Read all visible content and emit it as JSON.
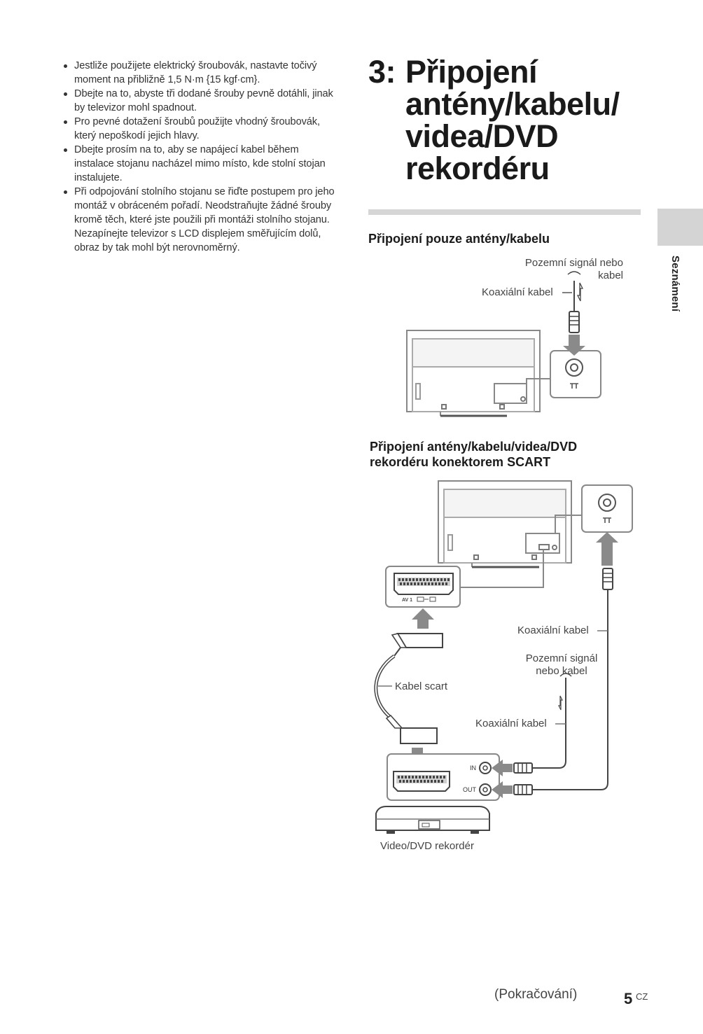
{
  "bullets": [
    "Jestliže použijete elektrický šroubovák, nastavte točivý moment na přibližně 1,5 N·m {15 kgf·cm}.",
    "Dbejte na to, abyste tři dodané šrouby pevně dotáhli, jinak by televizor mohl spadnout.",
    "Pro pevné dotažení šroubů použijte vhodný šroubovák, který nepoškodí jejich hlavy.",
    "Dbejte prosím na to, aby se napájecí kabel během instalace stojanu nacházel mimo místo, kde stolní stojan instalujete.",
    "Při odpojování stolního stojanu se řiďte postupem pro jeho montáž v obráceném pořadí. Neodstraňujte žádné šrouby kromě těch, které jste použili při montáži stolního stojanu. Nezapínejte televizor s LCD displejem směřujícím dolů, obraz by tak mohl být nerovnoměrný."
  ],
  "title": {
    "number": "3:",
    "lines": [
      "Připojení",
      "antény/kabelu/",
      "videa/DVD",
      "rekordéru"
    ]
  },
  "side_tab": "Seznámení",
  "section1": {
    "heading": "Připojení pouze antény/kabelu",
    "label_signal_1": "Pozemní signál nebo",
    "label_signal_2": "kabel",
    "label_coax": "Koaxiální kabel"
  },
  "section2": {
    "heading_1": "Připojení antény/kabelu/videa/DVD",
    "heading_2": "rekordéru konektorem SCART",
    "av_label": "AV 1",
    "label_coax_top": "Koaxiální kabel",
    "label_signal_1": "Pozemní signál",
    "label_signal_2": "nebo kabel",
    "label_scart": "Kabel scart",
    "label_coax_bottom": "Koaxiální kabel",
    "port_in": "IN",
    "port_out": "OUT",
    "recorder_label": "Video/DVD rekordér"
  },
  "footer": {
    "continued": "(Pokračování)",
    "page_number": "5",
    "lang": "CZ"
  }
}
